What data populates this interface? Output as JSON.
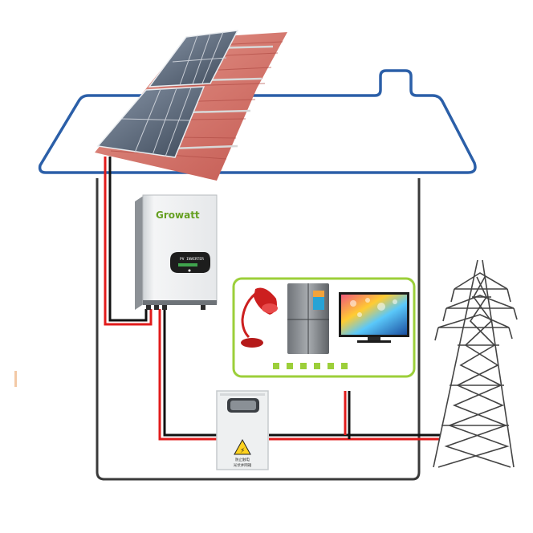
{
  "inverter": {
    "brand": "Growatt",
    "display_label": "PV INVERTER"
  },
  "combiner_box": {
    "warning_symbol": "⚡",
    "label_line1": "防止触电",
    "label_line2": "光伏并网箱"
  },
  "colors": {
    "house_outline": "#2b5fa8",
    "house_walls": "#3a3a3a",
    "positive_wire": "#e11b1b",
    "negative_wire": "#111111",
    "appliance_border": "#9ccf3a",
    "roof_tile": "#d9786f",
    "solar_panel": "#5b6a7d"
  },
  "icons": [
    "desk-lamp-icon",
    "refrigerator-icon",
    "television-icon",
    "transmission-tower-icon",
    "warning-icon"
  ]
}
